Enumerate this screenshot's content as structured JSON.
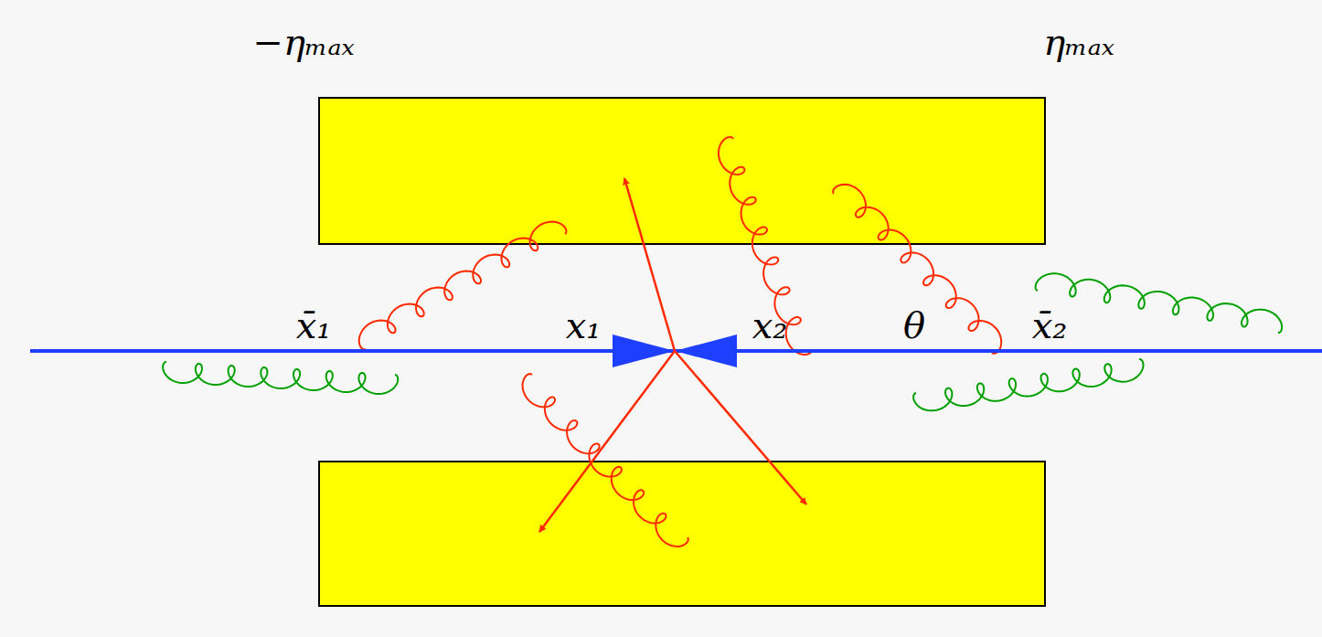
{
  "diagram": {
    "labels": [
      "−ηₘₐₓ",
      "ηₘₐₓ",
      "x̄₁",
      "x₁",
      "x₂",
      "θ",
      "x̄₂"
    ]
  }
}
